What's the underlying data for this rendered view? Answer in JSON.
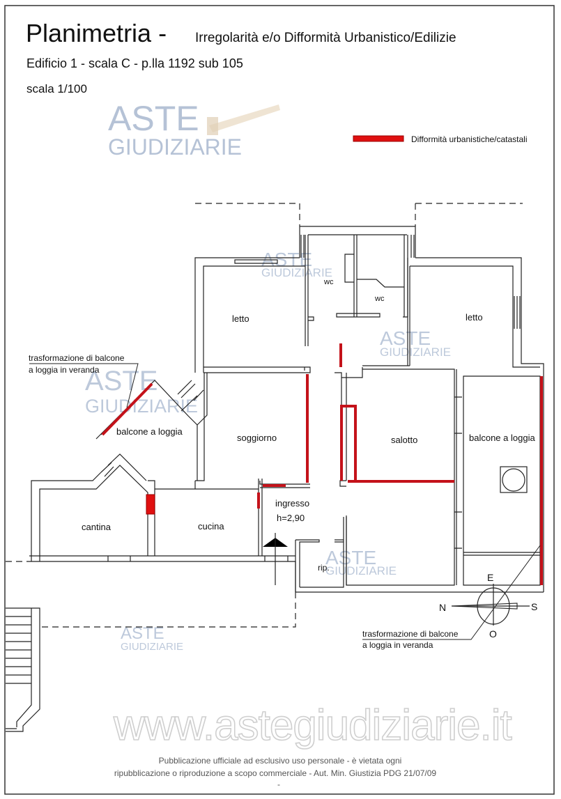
{
  "header": {
    "title": "Planimetria -",
    "title_suffix": "Irregolarità e/o Difformità Urbanistico/Edilizie",
    "subtitle": "Edificio 1 - scala C - p.lla 1192 sub 105",
    "scale": "scala 1/100"
  },
  "legend": {
    "label": "Difformità urbanistiche/catastali",
    "color": "#e01010"
  },
  "rooms": {
    "letto_left": "letto",
    "wc_left": "wc",
    "wc_right": "wc",
    "letto_right": "letto",
    "balcone_left": "balcone a loggia",
    "soggiorno": "soggiorno",
    "salotto": "salotto",
    "balcone_right": "balcone a loggia",
    "cantina": "cantina",
    "cucina": "cucina",
    "ingresso": "ingresso",
    "height": "h=2,90",
    "rip": "rip."
  },
  "annotations": {
    "left_line1": "trasformazione di balcone",
    "left_line2": "a loggia in veranda",
    "right_line1": "trasformazione di balcone",
    "right_line2": "a loggia in veranda"
  },
  "compass": {
    "north": "N",
    "south": "S",
    "east": "E",
    "west": "O"
  },
  "watermark": {
    "aste": "ASTE",
    "giudiziarie": "GIUDIZIARIE",
    "url": "www.astegiudiziarie.it"
  },
  "footer": {
    "line1": "Pubblicazione ufficiale ad esclusivo uso personale - è vietata ogni",
    "line2": "ripubblicazione o riproduzione a scopo commerciale - Aut. Min. Giustizia PDG 21/07/09",
    "line3": "-"
  }
}
